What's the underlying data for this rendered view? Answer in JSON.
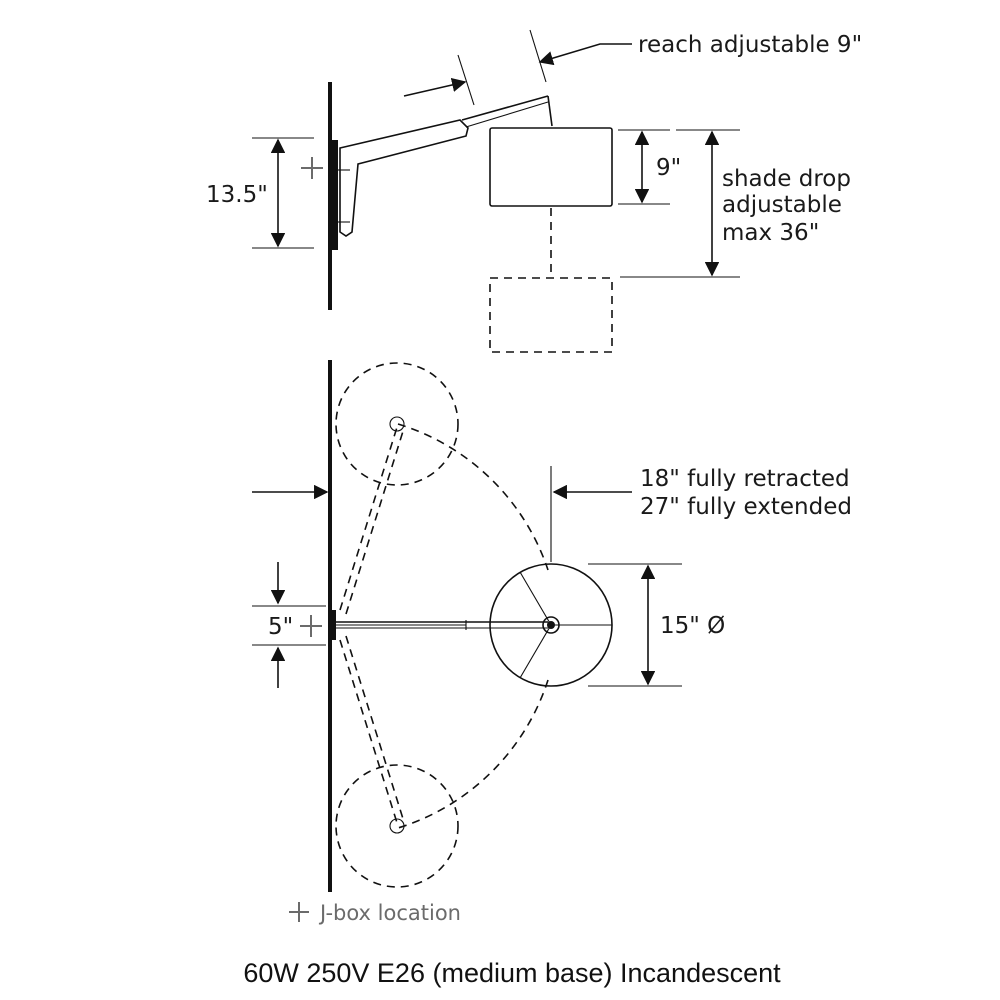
{
  "labels": {
    "reach": "reach adjustable 9\"",
    "height_13_5": "13.5\"",
    "shade_height_9": "9\"",
    "shade_drop_line1": "shade drop",
    "shade_drop_line2": "adjustable",
    "shade_drop_line3": "max 36\"",
    "retracted": "18\" fully retracted",
    "extended": "27\" fully extended",
    "offset_5": "5\"",
    "diameter_15": "15\" Ø",
    "jbox": "J-box location",
    "footer": "60W 250V E26 (medium base) Incandescent"
  }
}
